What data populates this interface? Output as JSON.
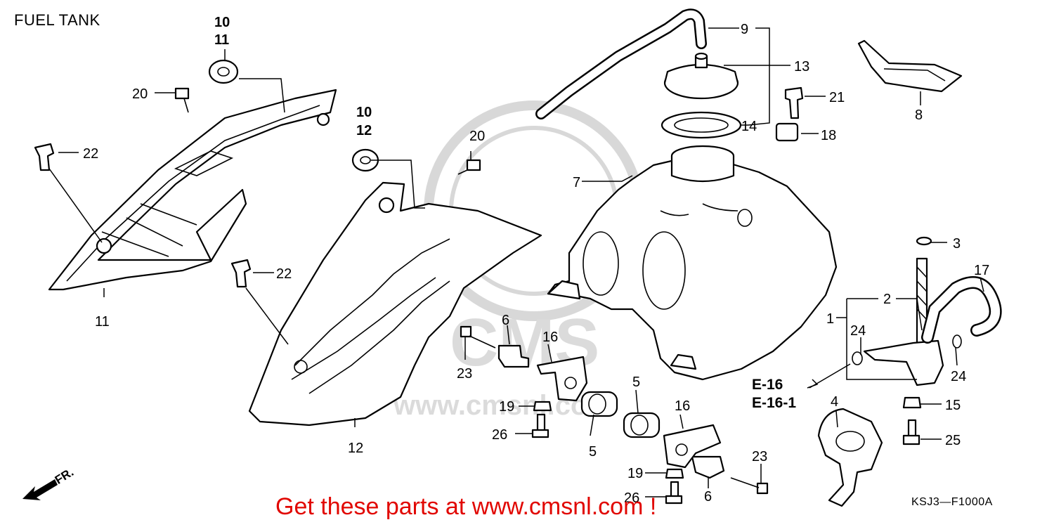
{
  "diagram": {
    "title": "FUEL TANK",
    "drawing_code": "KSJ3—F1000A",
    "promo_text": "Get these parts at www.cmsnl.com !",
    "front_label": "FR.",
    "reference_labels": [
      "E-16",
      "E-16-1"
    ],
    "watermark_text": "CMS",
    "watermark_url": "www.cmsnl.com",
    "colors": {
      "promo": "#e10600",
      "lines": "#000000",
      "watermark": "#d4d4d4"
    },
    "callouts": [
      {
        "id": "c1",
        "text": "1"
      },
      {
        "id": "c2",
        "text": "2"
      },
      {
        "id": "c3",
        "text": "3"
      },
      {
        "id": "c4",
        "text": "4"
      },
      {
        "id": "c5a",
        "text": "5"
      },
      {
        "id": "c5b",
        "text": "5"
      },
      {
        "id": "c6a",
        "text": "6"
      },
      {
        "id": "c6b",
        "text": "6"
      },
      {
        "id": "c7",
        "text": "7"
      },
      {
        "id": "c8",
        "text": "8"
      },
      {
        "id": "c9",
        "text": "9"
      },
      {
        "id": "c10a",
        "text": "10"
      },
      {
        "id": "c10b",
        "text": "10"
      },
      {
        "id": "c11a",
        "text": "11"
      },
      {
        "id": "c11b",
        "text": "11"
      },
      {
        "id": "c12a",
        "text": "12"
      },
      {
        "id": "c12b",
        "text": "12"
      },
      {
        "id": "c13",
        "text": "13"
      },
      {
        "id": "c14",
        "text": "14"
      },
      {
        "id": "c15",
        "text": "15"
      },
      {
        "id": "c16a",
        "text": "16"
      },
      {
        "id": "c16b",
        "text": "16"
      },
      {
        "id": "c17",
        "text": "17"
      },
      {
        "id": "c18",
        "text": "18"
      },
      {
        "id": "c19a",
        "text": "19"
      },
      {
        "id": "c19b",
        "text": "19"
      },
      {
        "id": "c20a",
        "text": "20"
      },
      {
        "id": "c20b",
        "text": "20"
      },
      {
        "id": "c21",
        "text": "21"
      },
      {
        "id": "c22a",
        "text": "22"
      },
      {
        "id": "c22b",
        "text": "22"
      },
      {
        "id": "c23a",
        "text": "23"
      },
      {
        "id": "c23b",
        "text": "23"
      },
      {
        "id": "c24a",
        "text": "24"
      },
      {
        "id": "c24b",
        "text": "24"
      },
      {
        "id": "c25",
        "text": "25"
      },
      {
        "id": "c26a",
        "text": "26"
      },
      {
        "id": "c26b",
        "text": "26"
      }
    ]
  }
}
